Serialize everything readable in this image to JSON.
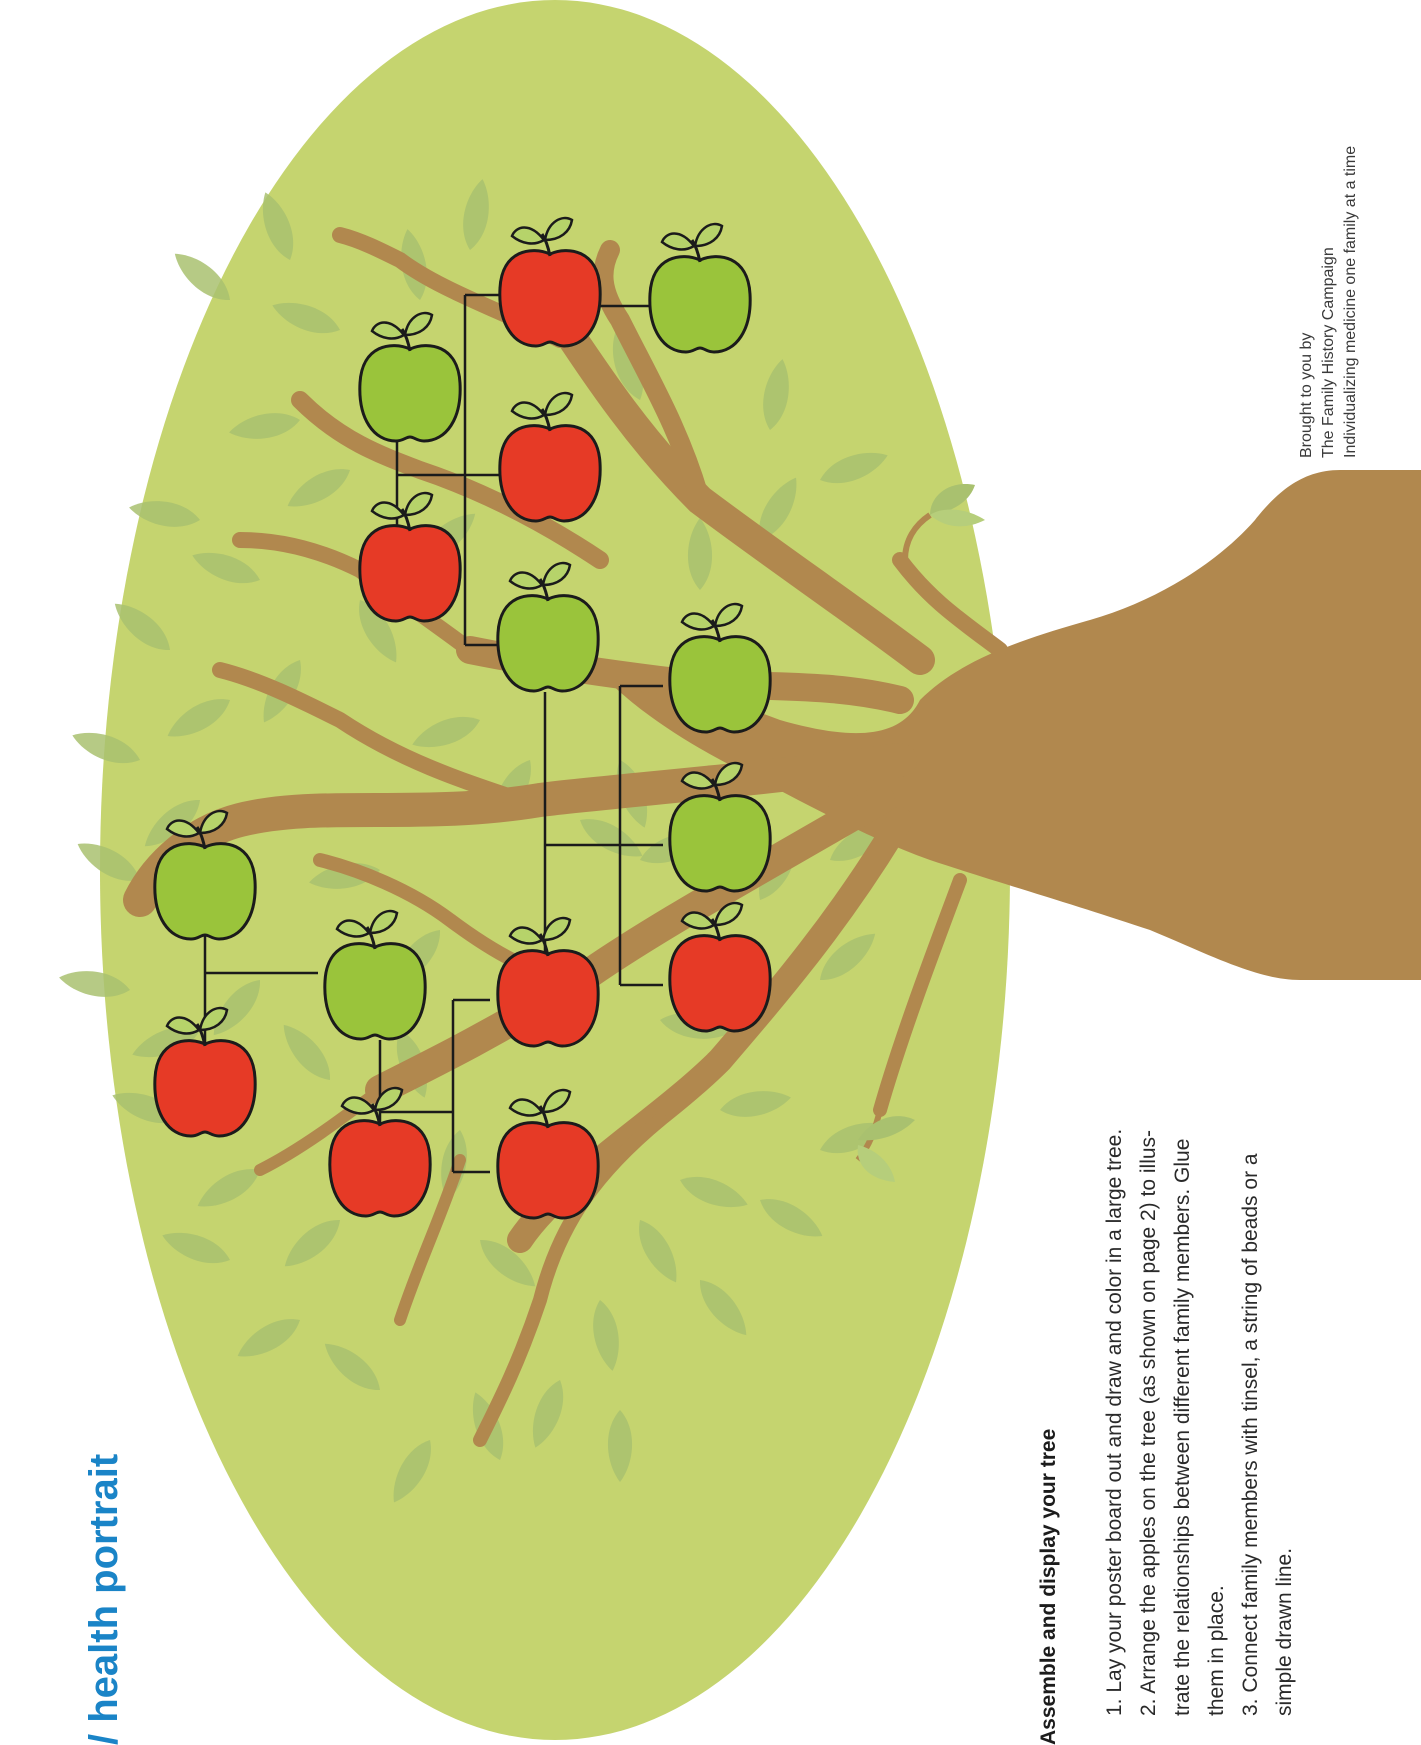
{
  "title": "/ health portrait",
  "heading": "Assemble and display your tree",
  "instructions": [
    "1. Lay your poster board out and draw and color in a large tree.",
    "2. Arrange the apples on the tree (as shown on page 2) to illus-",
    "trate the relationships between different family members. Glue",
    "them in place.",
    "3. Connect family members with tinsel, a string of beads or a",
    "simple drawn line."
  ],
  "credits": [
    "Brought to you by",
    "The Family History Campaign",
    "Individualizing medicine one family at a time"
  ],
  "colors": {
    "canopy": "#c5d46f",
    "trunk": "#b1884e",
    "leaf": "#a9c16f",
    "apple_red": "#e63a26",
    "apple_green": "#9ac43b",
    "title": "#1a84c7"
  },
  "apples": [
    {
      "id": "a1",
      "color": "red"
    },
    {
      "id": "a2",
      "color": "green"
    },
    {
      "id": "a3",
      "color": "green"
    },
    {
      "id": "a4",
      "color": "red"
    },
    {
      "id": "a5",
      "color": "red"
    },
    {
      "id": "a6",
      "color": "red"
    },
    {
      "id": "a7",
      "color": "green"
    },
    {
      "id": "a8",
      "color": "green"
    },
    {
      "id": "a9",
      "color": "green"
    },
    {
      "id": "a10",
      "color": "green"
    },
    {
      "id": "a11",
      "color": "red"
    },
    {
      "id": "a12",
      "color": "red"
    },
    {
      "id": "a13",
      "color": "red"
    },
    {
      "id": "a14",
      "color": "red"
    },
    {
      "id": "a15",
      "color": "green"
    }
  ]
}
